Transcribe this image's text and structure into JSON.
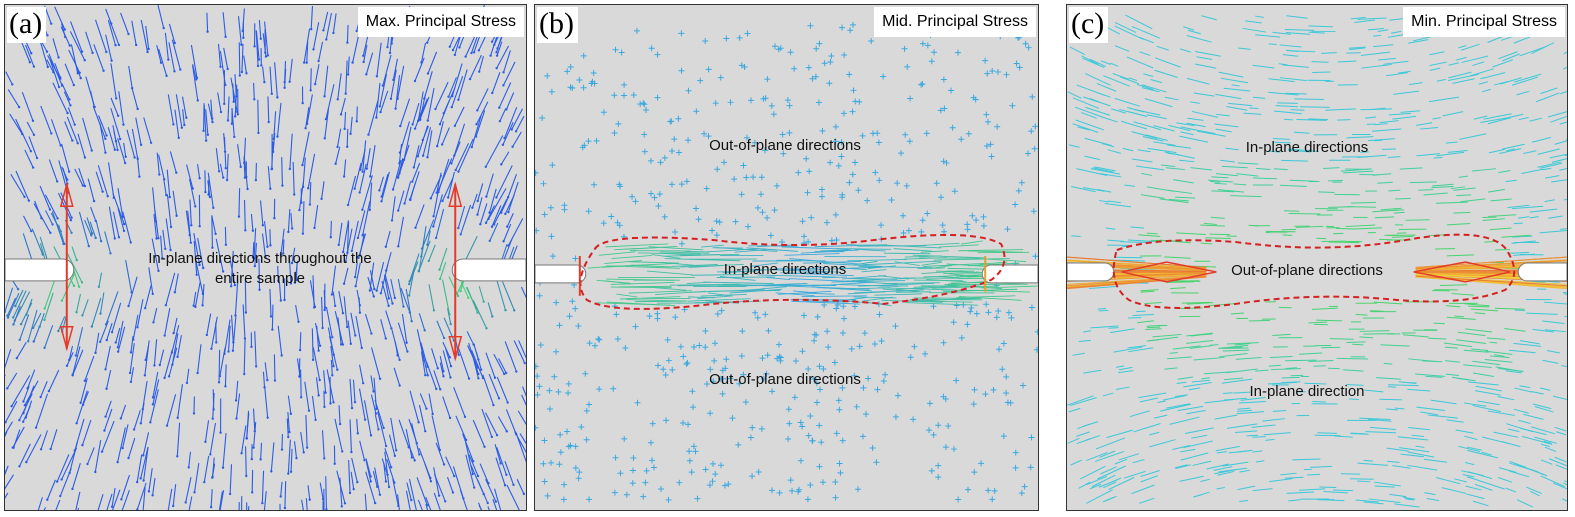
{
  "figure": {
    "panels": [
      {
        "id": "a",
        "label": "(a)",
        "title": "Max. Principal Stress",
        "annotations": [
          "In-plane directions throughout the",
          "entire sample"
        ]
      },
      {
        "id": "b",
        "label": "(b)",
        "title": "Mid. Principal Stress",
        "annotations": [
          "Out-of-plane directions",
          "In-plane directions",
          "Out-of-plane directions"
        ]
      },
      {
        "id": "c",
        "label": "(c)",
        "title": "Min. Principal Stress",
        "annotations": [
          "In-plane directions",
          "Out-of-plane directions",
          "In-plane direction"
        ]
      }
    ],
    "colors": {
      "background": "#d9d9d9",
      "max_vector": "#2b5ce6",
      "mid_vector": "#3aa8e0",
      "min_vector": "#3cc8d8",
      "high_stress": "#e23b2a",
      "mid_stress": "#46d46a",
      "boundary_dash": "#d42020"
    }
  }
}
